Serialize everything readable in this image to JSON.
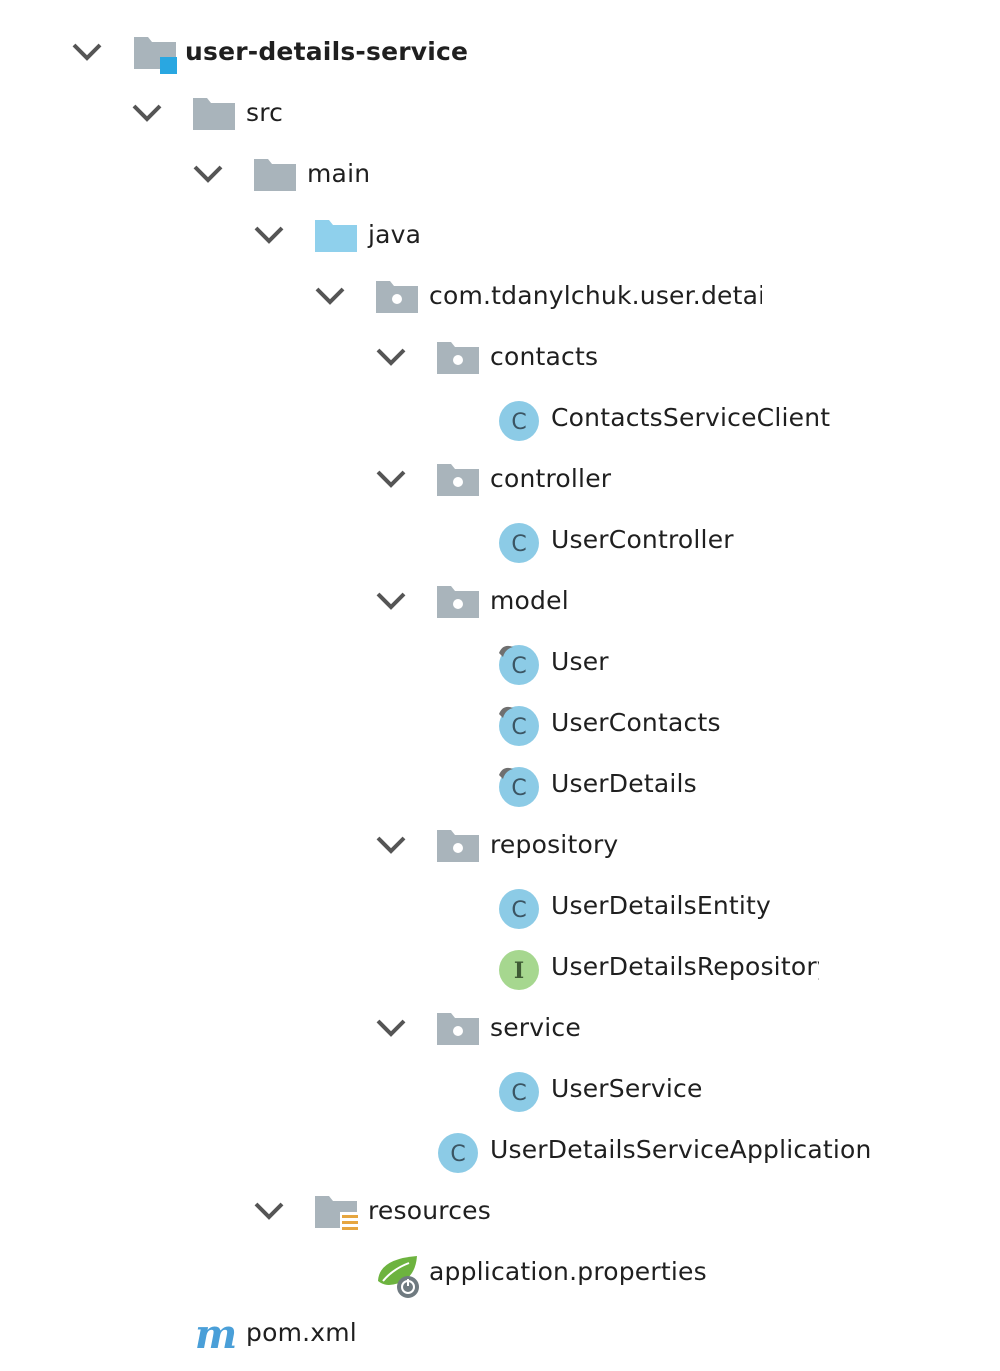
{
  "project_tree": {
    "root": "user-details-service",
    "src": "src",
    "main": "main",
    "java": "java",
    "package": "com.tdanylchuk.user.details",
    "contacts": "contacts",
    "contacts_client": "ContactsServiceClient",
    "controller": "controller",
    "user_controller": "UserController",
    "model": "model",
    "user": "User",
    "user_contacts": "UserContacts",
    "user_details": "UserDetails",
    "repository": "repository",
    "user_details_entity": "UserDetailsEntity",
    "user_details_repository": "UserDetailsRepository",
    "service": "service",
    "user_service": "UserService",
    "app_class": "UserDetailsServiceApplication",
    "resources": "resources",
    "app_properties": "application.properties",
    "pom": "pom.xml"
  },
  "icons": {
    "class_badge_letter": "C",
    "interface_badge_letter": "I",
    "maven_letter": "m"
  },
  "colors": {
    "folder_gray": "#a9b4bb",
    "source_folder_blue": "#8fd0ec",
    "class_blue": "#8ccbe6",
    "interface_green": "#a6d78f",
    "maven_blue": "#4a9fd8",
    "spring_green": "#6db33f"
  }
}
